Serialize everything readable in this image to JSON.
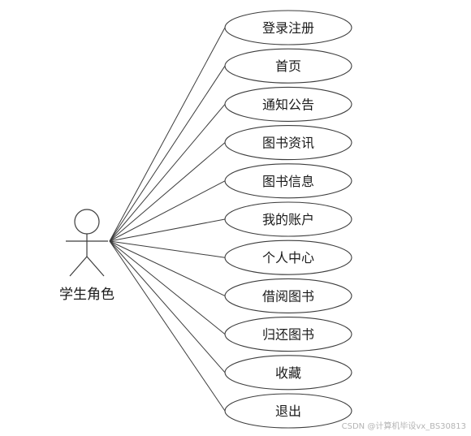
{
  "actor": {
    "name": "学生角色",
    "icon": "stick-figure-actor-icon"
  },
  "use_cases": [
    {
      "id": "login-register",
      "label": "登录注册"
    },
    {
      "id": "home",
      "label": "首页"
    },
    {
      "id": "announcements",
      "label": "通知公告"
    },
    {
      "id": "book-news",
      "label": "图书资讯"
    },
    {
      "id": "book-info",
      "label": "图书信息"
    },
    {
      "id": "my-account",
      "label": "我的账户"
    },
    {
      "id": "personal-center",
      "label": "个人中心"
    },
    {
      "id": "borrow-books",
      "label": "借阅图书"
    },
    {
      "id": "return-books",
      "label": "归还图书"
    },
    {
      "id": "favorites",
      "label": "收藏"
    },
    {
      "id": "logout",
      "label": "退出"
    }
  ],
  "watermark": "CSDN @计算机毕设vx_BS30813",
  "colors": {
    "stroke": "#3c3c3c",
    "ellipse_fill": "#ffffff",
    "text": "#1a1a1a",
    "watermark": "#b4b4b4"
  }
}
